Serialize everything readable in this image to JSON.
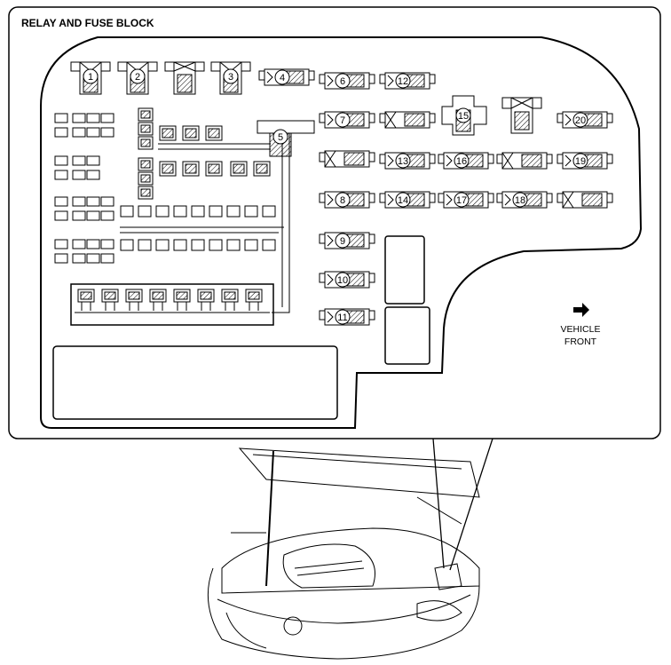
{
  "title": "RELAY AND FUSE BLOCK",
  "callouts": [
    "1",
    "2",
    "3",
    "4",
    "5",
    "6",
    "7",
    "8",
    "9",
    "10",
    "11",
    "12",
    "13",
    "14",
    "15",
    "16",
    "17",
    "18",
    "19",
    "20"
  ],
  "direction_label": [
    "VEHICLE",
    "FRONT"
  ]
}
